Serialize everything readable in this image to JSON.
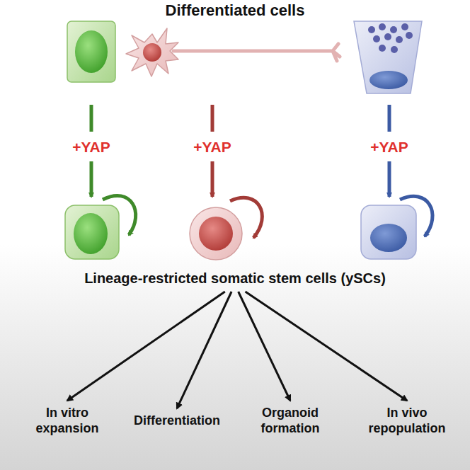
{
  "diagram": {
    "title": "Differentiated cells",
    "nodes": [
      {
        "text": [
          "Lineage-restricted somatic stem cells (ySCs)"
        ]
      },
      {
        "text": [
          "In vitro expansion"
        ]
      },
      {
        "text": [
          "Differentiation"
        ]
      },
      {
        "text": [
          "Organoid formation"
        ]
      },
      {
        "text": [
          "In vivo repopulation"
        ]
      }
    ],
    "edges": [
      {
        "from": 0,
        "to": 1,
        "arrow": "to"
      },
      {
        "from": 0,
        "to": 2,
        "arrow": "to"
      },
      {
        "from": 0,
        "to": 3,
        "arrow": "to"
      },
      {
        "from": 0,
        "to": 4,
        "arrow": "to"
      }
    ],
    "labels": [
      "+YAP",
      "+YAP",
      "+YAP"
    ]
  }
}
